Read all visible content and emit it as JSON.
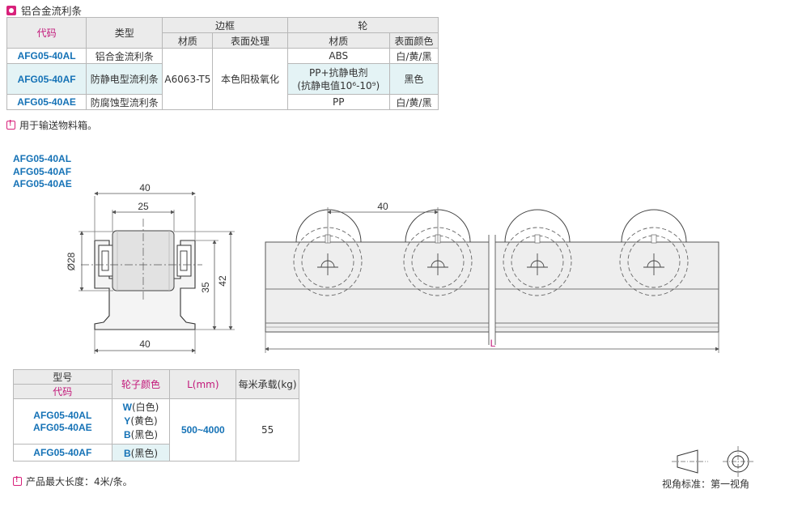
{
  "section": {
    "title": "铝合金流利条"
  },
  "spec_table": {
    "h_code": "代码",
    "h_type": "类型",
    "h_frame": "边框",
    "h_wheel": "轮",
    "h_frame_material": "材质",
    "h_frame_surface": "表面处理",
    "h_wheel_material": "材质",
    "h_wheel_color": "表面颜色",
    "rows": [
      {
        "code": "AFG05-40AL",
        "type": "铝合金流利条",
        "wheel_material": "ABS",
        "wheel_color": "白/黄/黑"
      },
      {
        "code": "AFG05-40AF",
        "type": "防静电型流利条",
        "wheel_material_1": "PP+抗静电剂",
        "wheel_material_2": "(抗静电值10⁶-10⁹)",
        "wheel_color": "黑色"
      },
      {
        "code": "AFG05-40AE",
        "type": "防腐蚀型流利条",
        "wheel_material": "PP",
        "wheel_color": "白/黄/黑"
      }
    ],
    "frame_material": "A6063-T5",
    "frame_surface": "本色阳极氧化"
  },
  "note1": "用于输送物料箱。",
  "drawing_codes": [
    "AFG05-40AL",
    "AFG05-40AF",
    "AFG05-40AE"
  ],
  "dims": {
    "top_width": "40",
    "inner_width": "25",
    "diameter": "Ø28",
    "h35": "35",
    "h42": "42",
    "bottom_width": "40",
    "pitch": "40",
    "length": "L"
  },
  "load_table": {
    "h_model": "型号",
    "h_code": "代码",
    "h_color": "轮子颜色",
    "h_length": "L(mm)",
    "h_load": "每米承载(kg)",
    "row1_codes": [
      "AFG05-40AL",
      "AFG05-40AE"
    ],
    "colors": [
      {
        "letter": "W",
        "name": "(白色)"
      },
      {
        "letter": "Y",
        "name": "(黄色)"
      },
      {
        "letter": "B",
        "name": "(黑色)"
      }
    ],
    "row2_code": "AFG05-40AF",
    "row2_color_letter": "B",
    "row2_color_name": "(黑色)",
    "length_range": "500~4000",
    "load": "55"
  },
  "note2": "产品最大长度：4米/条。",
  "view_label": "视角标准：第一视角",
  "colors": {
    "accent_magenta": "#d8217b",
    "code_blue": "#1572b6",
    "highlight": "#e4f3f5"
  }
}
